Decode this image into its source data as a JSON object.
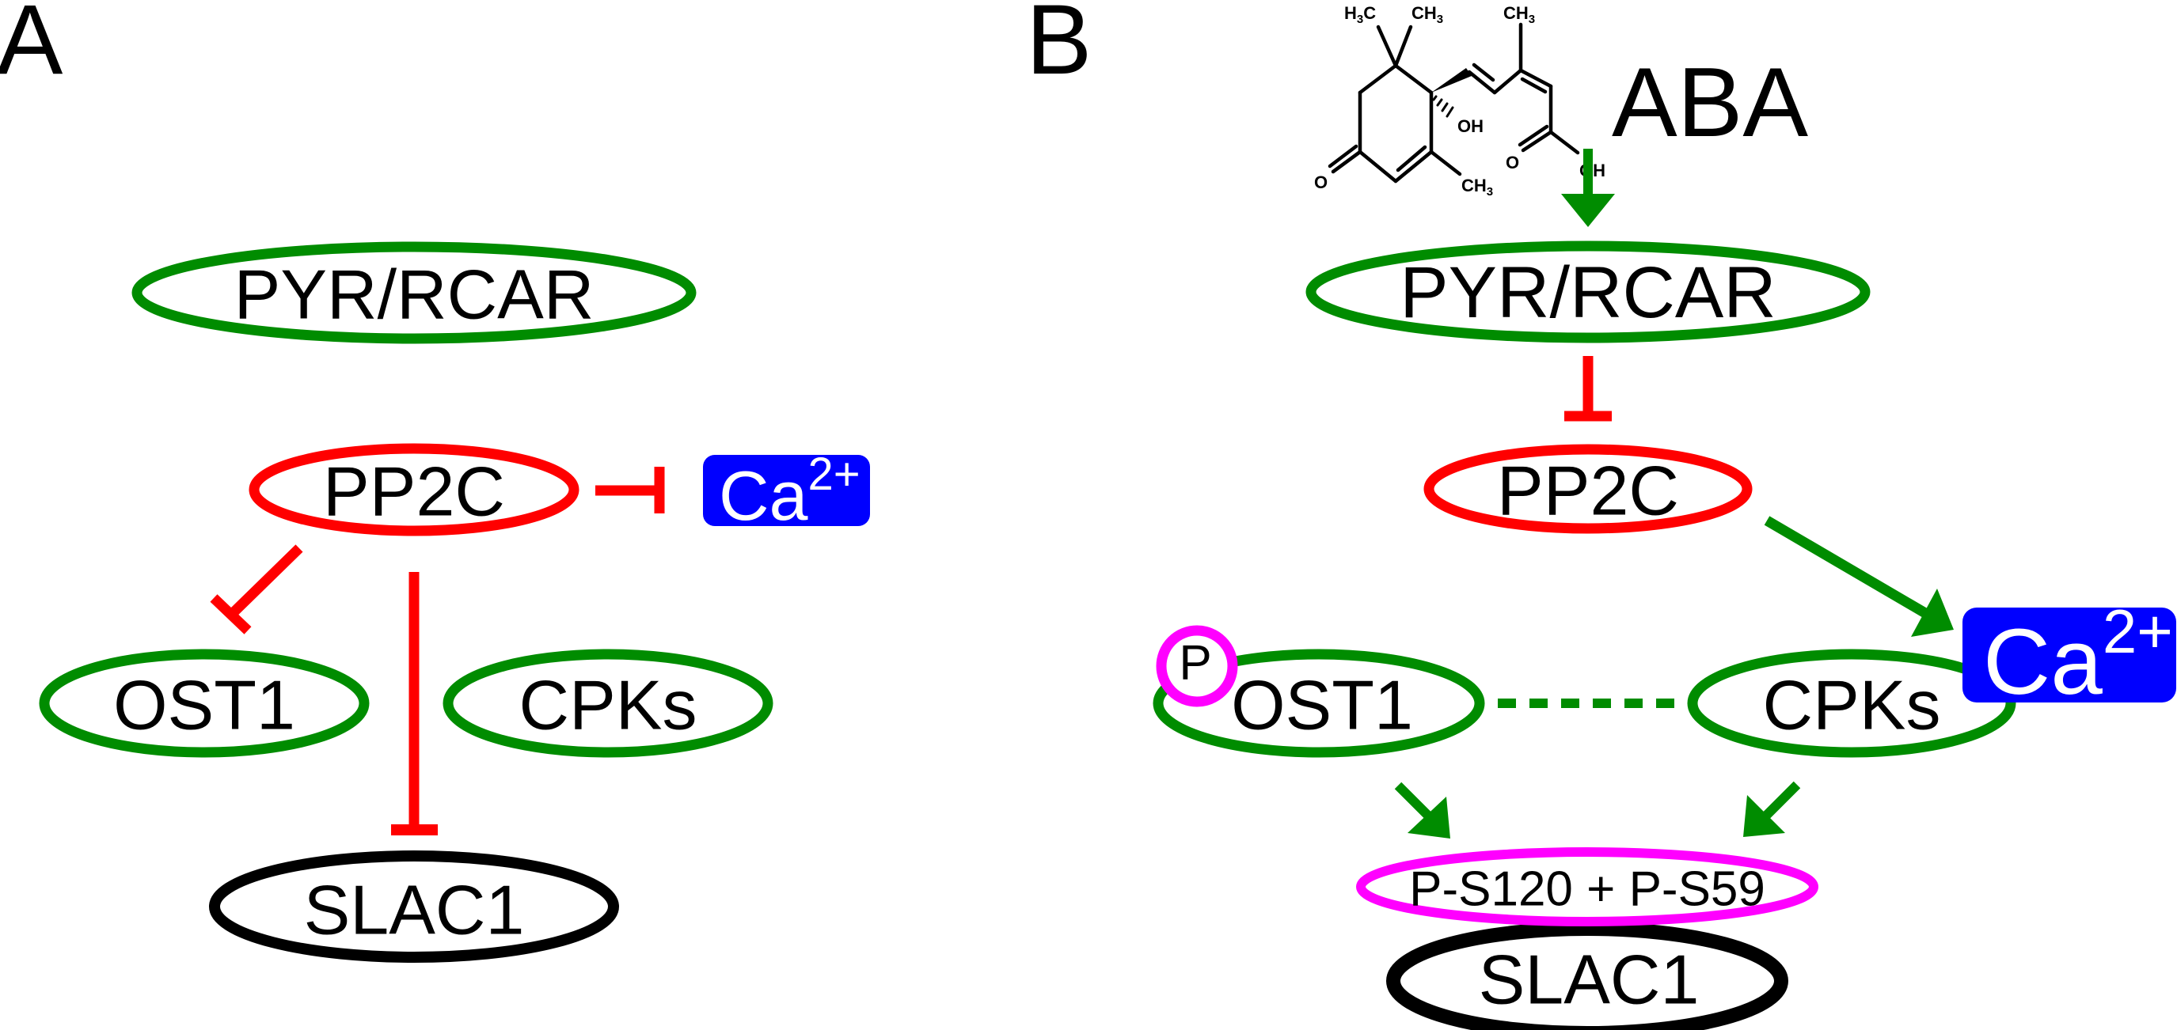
{
  "colors": {
    "activation": "#008c00",
    "inhibition": "#ff0000",
    "calcium_box": "#0000ff",
    "phospho": "#ff00ff",
    "channel": "#000000"
  },
  "panel_a": {
    "label": "A",
    "nodes": {
      "receptor": "PYR/RCAR",
      "phosphatase": "PP2C",
      "calcium": {
        "base": "Ca",
        "charge": "2+"
      },
      "kinase_ost1": "OST1",
      "kinase_cpks": "CPKs",
      "channel": "SLAC1"
    },
    "edges": [
      {
        "from": "PP2C",
        "to": "Ca2+",
        "type": "inhibition"
      },
      {
        "from": "PP2C",
        "to": "OST1",
        "type": "inhibition"
      },
      {
        "from": "PP2C",
        "to": "SLAC1",
        "type": "inhibition"
      }
    ]
  },
  "panel_b": {
    "label": "B",
    "ligand": {
      "name": "ABA",
      "atoms": {
        "h3c": "H",
        "h3c_sub": "3",
        "h3c_c": "C",
        "ch3": "CH",
        "ch3_sub": "3",
        "oh": "OH",
        "o": "O"
      }
    },
    "nodes": {
      "receptor": "PYR/RCAR",
      "phosphatase": "PP2C",
      "calcium": {
        "base": "Ca",
        "charge": "2+"
      },
      "kinase_ost1": "OST1",
      "phospho_badge": "P",
      "kinase_cpks": "CPKs",
      "phosphosites": "P-S120 + P-S59",
      "channel": "SLAC1"
    },
    "edges": [
      {
        "from": "ABA",
        "to": "PYR/RCAR",
        "type": "activation"
      },
      {
        "from": "PYR/RCAR",
        "to": "PP2C",
        "type": "inhibition"
      },
      {
        "from": "PP2C",
        "to": "Ca2+",
        "type": "activation"
      },
      {
        "from": "OST1",
        "to": "CPKs",
        "type": "association-dashed"
      },
      {
        "from": "OST1",
        "to": "SLAC1",
        "type": "activation"
      },
      {
        "from": "CPKs",
        "to": "SLAC1",
        "type": "activation"
      }
    ]
  }
}
